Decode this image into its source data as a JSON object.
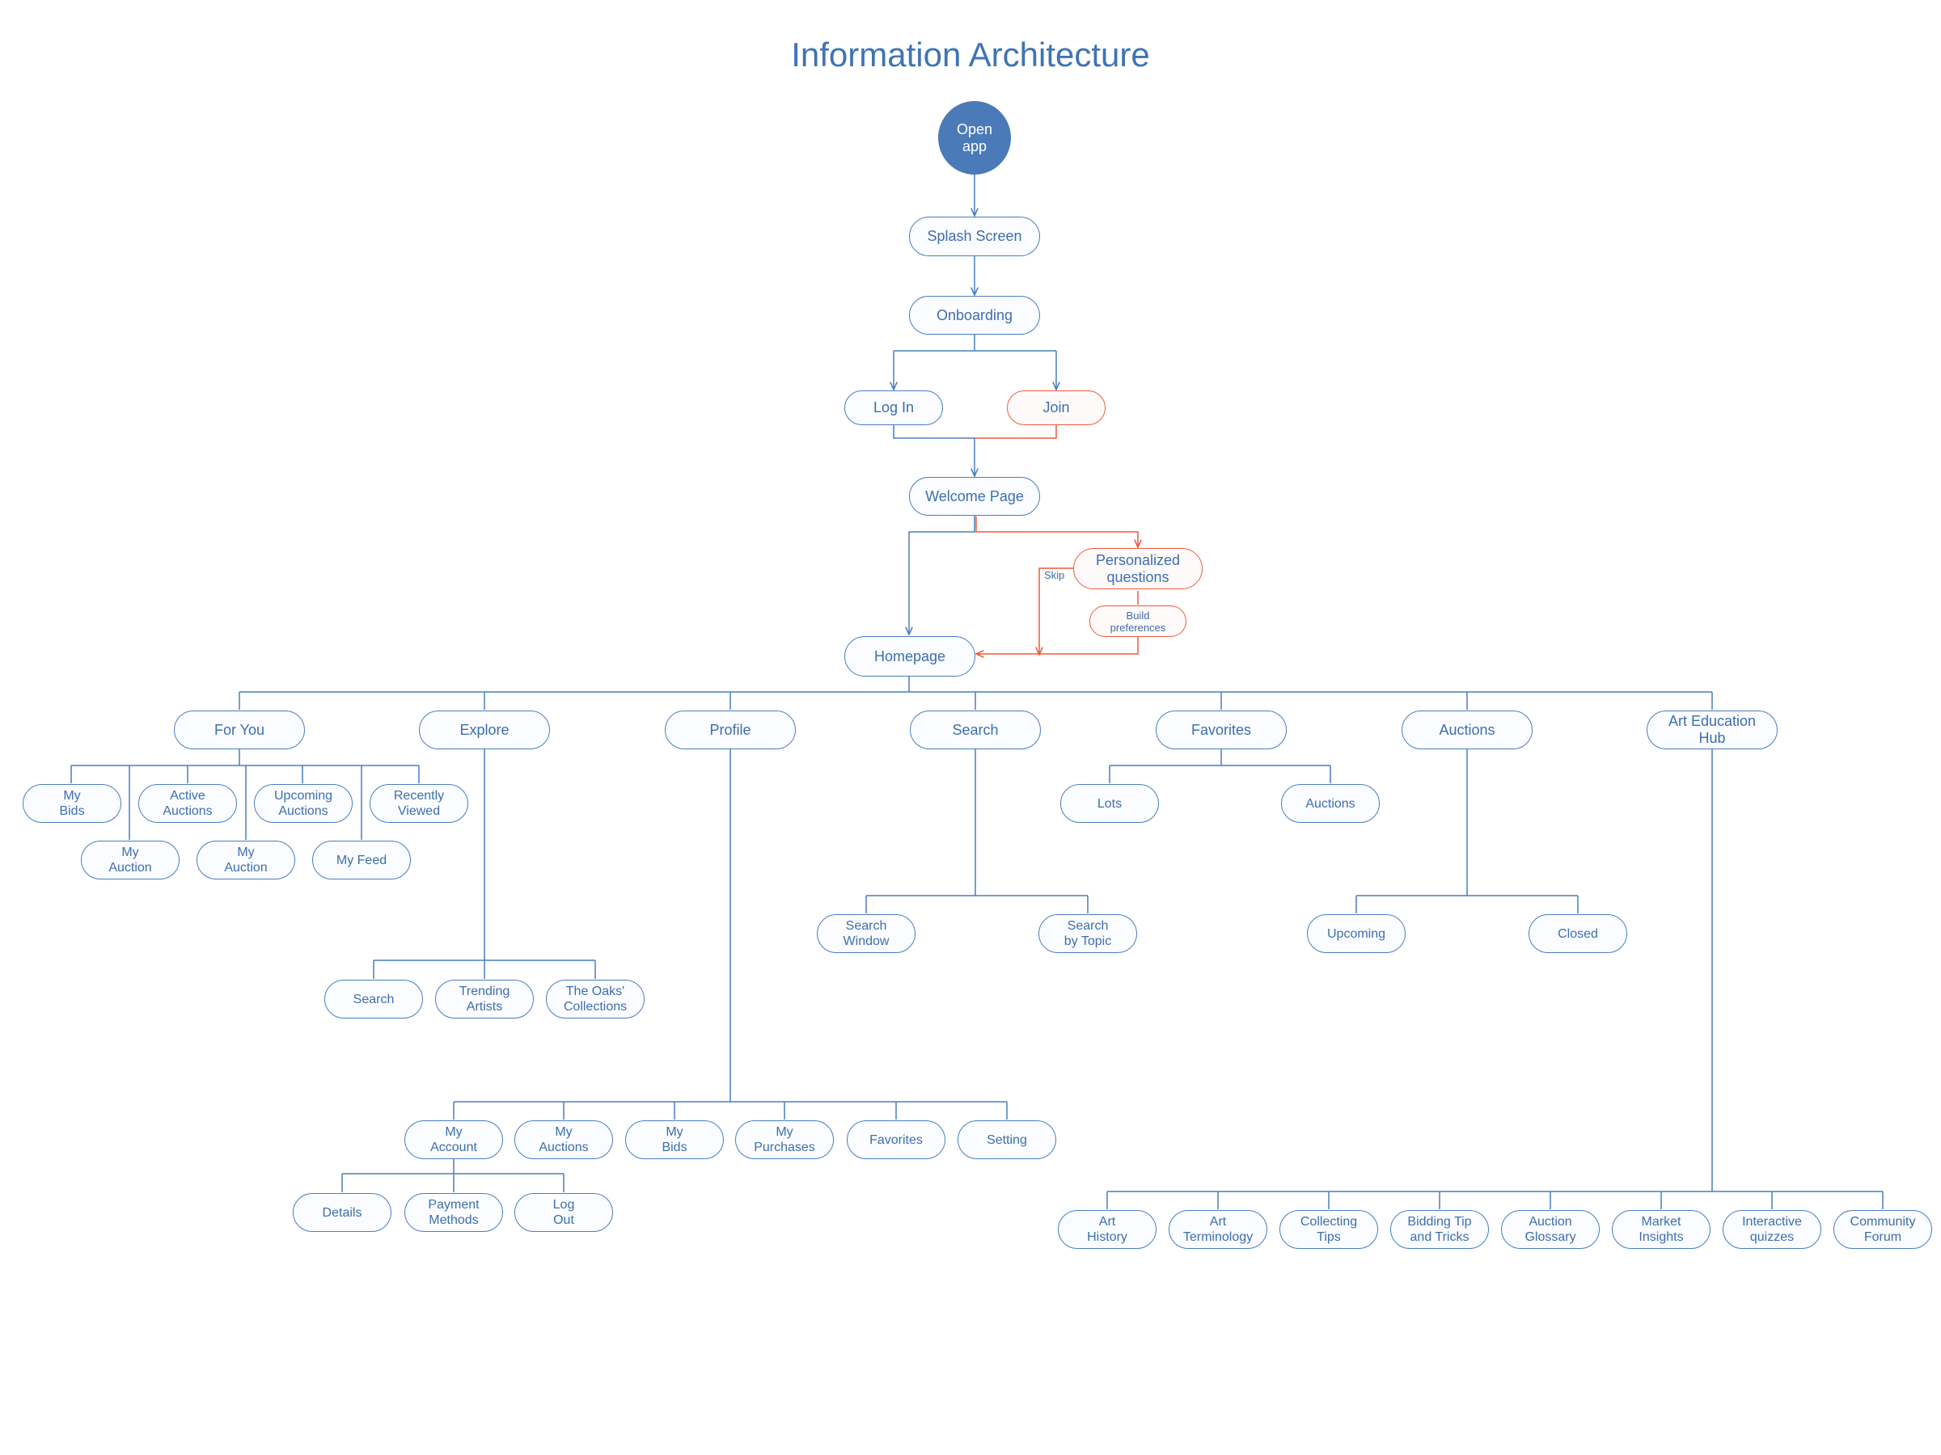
{
  "title": "Information Architecture",
  "colors": {
    "line": "#4a7dc0",
    "alt_path": "#ee5a3e",
    "start_fill": "#4a7ab8",
    "text": "#3d6eae"
  },
  "nodes": {
    "open_app": "Open\napp",
    "splash": "Splash Screen",
    "onboarding": "Onboarding",
    "login": "Log In",
    "join": "Join",
    "welcome": "Welcome Page",
    "personalized": "Personalized\nquestions",
    "build": "Build\npreferences",
    "skip": "Skip",
    "homepage": "Homepage",
    "for_you": "For You",
    "explore": "Explore",
    "profile": "Profile",
    "search": "Search",
    "favorites": "Favorites",
    "auctions": "Auctions",
    "art_edu": "Art Education\nHub",
    "fy_my_bids": "My\nBids",
    "fy_active": "Active\nAuctions",
    "fy_upcoming": "Upcoming\nAuctions",
    "fy_recent": "Recently\nViewed",
    "fy_my_auction_1": "My\nAuction",
    "fy_my_auction_2": "My\nAuction",
    "fy_my_feed": "My Feed",
    "ex_search": "Search",
    "ex_trending": "Trending\nArtists",
    "ex_oaks": "The Oaks'\nCollections",
    "pr_account": "My\nAccount",
    "pr_auctions": "My\nAuctions",
    "pr_bids": "My\nBids",
    "pr_purchases": "My\nPurchases",
    "pr_favorites": "Favorites",
    "pr_setting": "Setting",
    "pr_details": "Details",
    "pr_payment": "Payment\nMethods",
    "pr_logout": "Log\nOut",
    "se_window": "Search\nWindow",
    "se_topic": "Search\nby Topic",
    "fa_lots": "Lots",
    "fa_auctions": "Auctions",
    "au_upcoming": "Upcoming",
    "au_closed": "Closed",
    "ed_history": "Art\nHistory",
    "ed_terminology": "Art\nTerminology",
    "ed_collecting": "Collecting\nTips",
    "ed_bidding": "Bidding Tip\nand Tricks",
    "ed_glossary": "Auction\nGlossary",
    "ed_market": "Market\nInsights",
    "ed_quizzes": "Interactive\nquizzes",
    "ed_forum": "Community\nForum"
  }
}
